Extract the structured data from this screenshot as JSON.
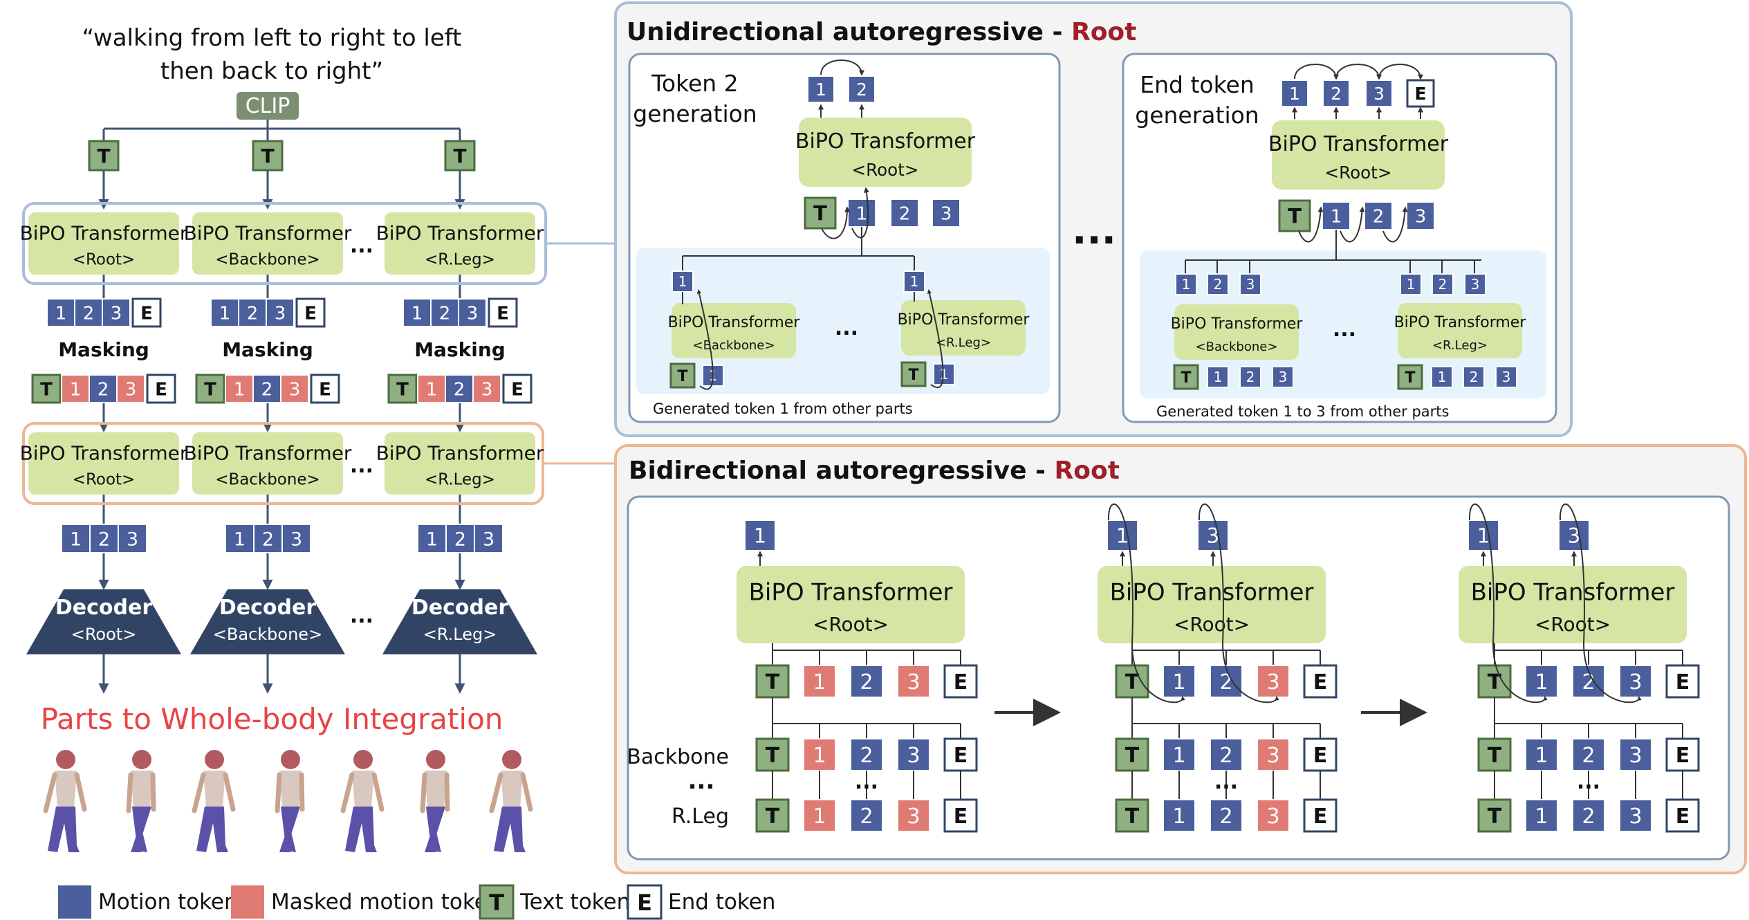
{
  "prompt": {
    "line1": "“walking from left to right to left",
    "line2": "then back to right”"
  },
  "clip_label": "CLIP",
  "tok": {
    "T": "T",
    "E": "E",
    "n1": "1",
    "n2": "2",
    "n3": "3"
  },
  "transformer": {
    "name": "BiPO Transformer",
    "root": "<Root>",
    "backbone": "<Backbone>",
    "rleg": "<R.Leg>"
  },
  "masking_label": "Masking",
  "decoder": {
    "name": "Decoder",
    "root": "<Root>",
    "backbone": "<Backbone>",
    "rleg": "<R.Leg>"
  },
  "ellipsis": "...",
  "integration_title": "Parts to Whole-body Integration",
  "uni": {
    "title": "Unidirectional autoregressive - ",
    "title_accent": "Root",
    "panel1": {
      "label1": "Token 2",
      "label2": "generation",
      "caption": "Generated token 1 from other parts"
    },
    "panel2": {
      "label1": "End token",
      "label2": "generation",
      "caption": "Generated token 1 to 3 from other parts"
    }
  },
  "bi": {
    "title": "Bidirectional autoregressive - ",
    "title_accent": "Root",
    "row_backbone": "Backbone",
    "row_rleg": "R.Leg"
  },
  "legend": {
    "motion": "Motion token",
    "masked": "Masked motion token",
    "text": "Text token",
    "end": "End token"
  },
  "colors": {
    "motion": "#4a5f9c",
    "masked": "#e07b74",
    "text": "#8fb080",
    "end": "#ffffff",
    "transformer": "#d5e5a3",
    "decoder": "#324466",
    "clip": "#7d8f72",
    "uni_border": "#a9bedb",
    "bi_border": "#eeb691",
    "accent": "#9e1f2a",
    "integration": "#e84345"
  }
}
